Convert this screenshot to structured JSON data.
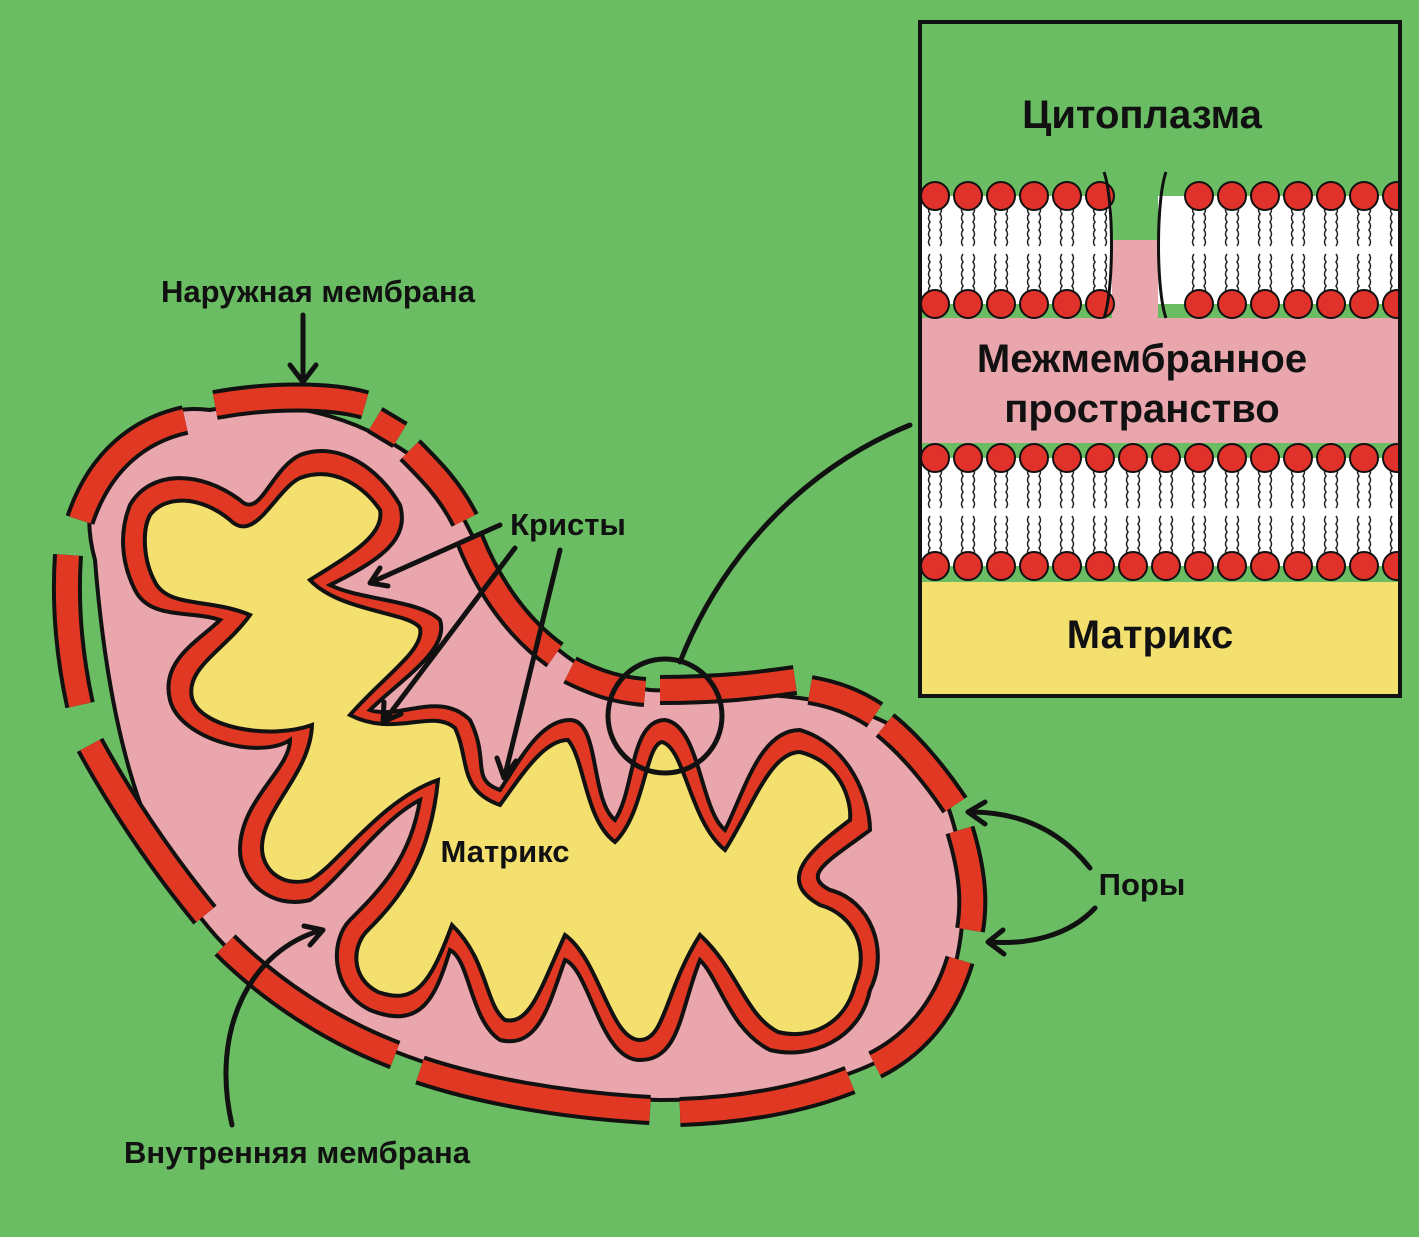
{
  "labels": {
    "outer_membrane": "Наружная мембрана",
    "cristae": "Кристы",
    "matrix": "Матрикс",
    "inner_membrane": "Внутренняя мембрана",
    "pores": "Поры"
  },
  "inset": {
    "cytoplasm": "Цитоплазма",
    "intermembrane_line1": "Межмембранное",
    "intermembrane_line2": "пространство",
    "matrix": "Матрикс"
  },
  "colors": {
    "background": "#6abd62",
    "membrane_red": "#e03822",
    "intermembrane_pink": "#eaa6ad",
    "matrix_yellow": "#f4e06e",
    "phospholipid_head": "#e0312a",
    "outline": "#111111"
  }
}
